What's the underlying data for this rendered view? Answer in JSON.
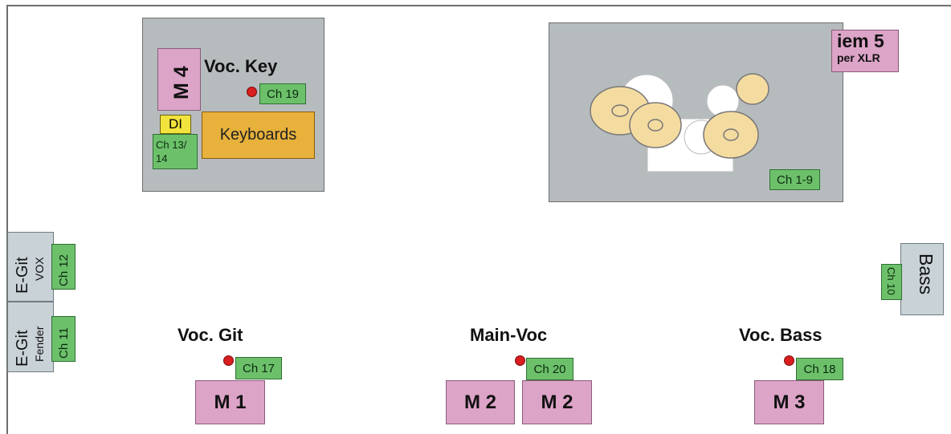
{
  "keys": {
    "monitor": "M 4",
    "vocal_label": "Voc. Key",
    "mic_channel": "Ch 19",
    "di_label": "DI",
    "di_channel": "Ch 13/\n14",
    "instrument": "Keyboards"
  },
  "drums": {
    "iem_title": "iem 5",
    "iem_sub": "per XLR",
    "channel": "Ch 1-9"
  },
  "guitars": {
    "vox_name": "E-Git",
    "vox_sub": "VOX",
    "vox_channel": "Ch 12",
    "fender_name": "E-Git",
    "fender_sub": "Fender",
    "fender_channel": "Ch 11"
  },
  "bass": {
    "name": "Bass",
    "channel": "Ch 10"
  },
  "front": {
    "voc_git_label": "Voc. Git",
    "voc_git_channel": "Ch 17",
    "monitor_1": "M 1",
    "main_voc_label": "Main-Voc",
    "main_voc_channel": "Ch 20",
    "monitor_2a": "M 2",
    "monitor_2b": "M 2",
    "voc_bass_label": "Voc. Bass",
    "voc_bass_channel": "Ch 18",
    "monitor_3": "M 3"
  },
  "colors": {
    "riser": "#b6bcbe",
    "monitor": "#dca4c7",
    "channel": "#6cc06a",
    "keyboard": "#e7b13b",
    "di": "#f2e23c",
    "mic": "#d81e1e",
    "cymbal": "#f4dba0"
  }
}
